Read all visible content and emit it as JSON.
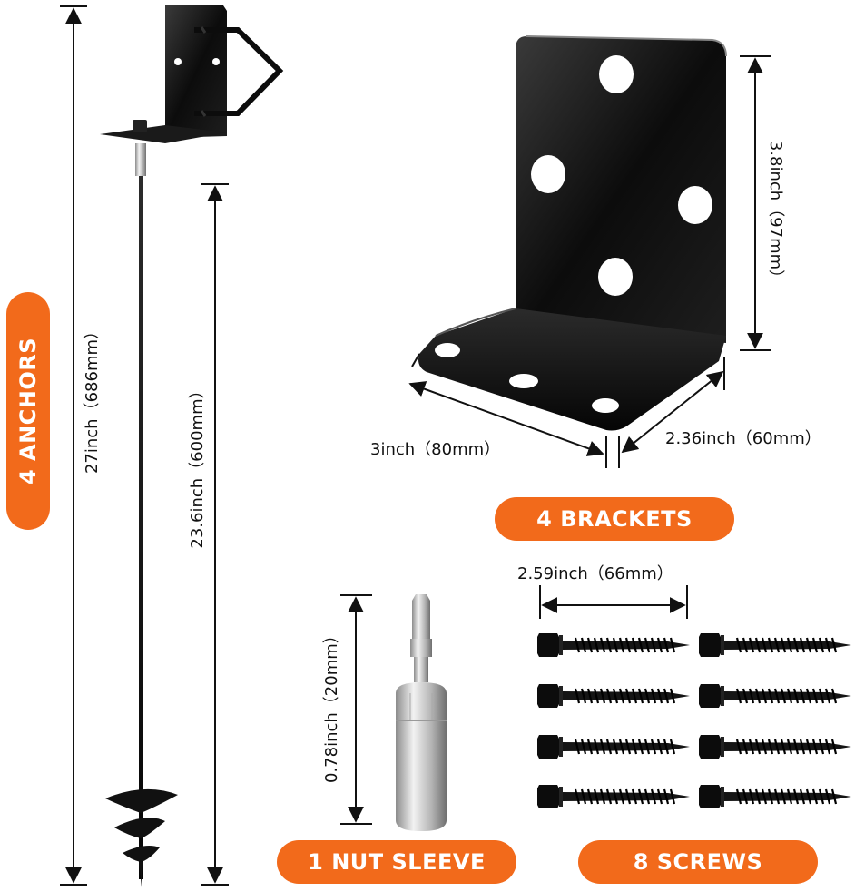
{
  "labels": {
    "anchors": "4 ANCHORS",
    "brackets": "4 BRACKETS",
    "nut_sleeve": "1 NUT SLEEVE",
    "screws": "8 SCREWS"
  },
  "dimensions": {
    "anchor_total": "27inch（686mm）",
    "anchor_rod": "23.6inch（600mm）",
    "bracket_height": "3.8inch（97mm）",
    "bracket_width": "3inch（80mm）",
    "bracket_depth": "2.36inch（60mm）",
    "sleeve_height": "0.78inch（20mm）",
    "screw_length": "2.59inch（66mm）"
  },
  "colors": {
    "accent": "#f26a1b",
    "metal_dark": "#111111",
    "background": "#ffffff"
  },
  "icons": [
    "ground-anchor-icon",
    "l-bracket-icon",
    "nut-sleeve-icon",
    "lag-screw-icon"
  ]
}
